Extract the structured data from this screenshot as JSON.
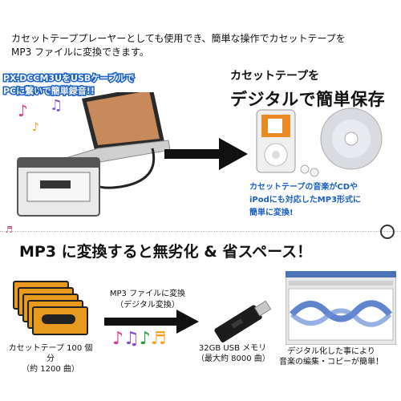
{
  "intro": {
    "line1": "カセットテーププレーヤーとしても使用でき、簡単な操作でカセットテープを",
    "line2": "MP3 ファイルに変換できます。"
  },
  "setup_label": {
    "line1": "PX-DCCM3UをUSBケーブルで",
    "line2": "PCに繋いで簡単録音!!"
  },
  "right_title": {
    "line1": "カセットテープを",
    "line2": "デジタルで簡単保存"
  },
  "right_desc": {
    "line1": "カセットテープの音楽がCDや",
    "line2": "iPodにも対応したMP3形式に",
    "line3": "簡単に変換!"
  },
  "headline": "MP3 に変換すると無劣化 & 省スペース！",
  "step_label": {
    "line1": "MP3 ファイルに変換",
    "line2": "（デジタル変換）"
  },
  "tape_caption": {
    "line1": "カセットテープ 100 個分",
    "line2": "（約 1200 曲）"
  },
  "usb_caption": {
    "line1": "32GB USB メモリ",
    "line2": "（最大約 8000 曲）"
  },
  "edit_caption": {
    "line1": "デジタル化した事により",
    "line2": "音楽の編集・コピーが簡単！"
  },
  "colors": {
    "accent_blue": "#1a5fc0",
    "tape_orange": "#e89a1f",
    "arrow": "#111111"
  }
}
